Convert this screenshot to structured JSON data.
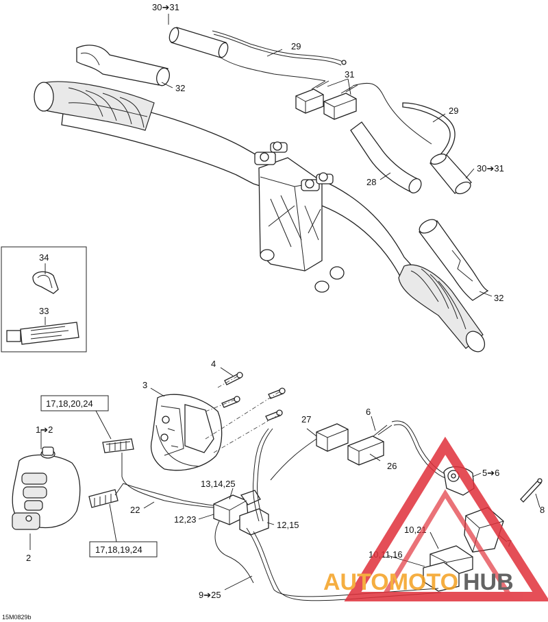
{
  "labels": {
    "l_30_31_top": "30➔31",
    "l_29_top": "29",
    "l_32_top": "32",
    "l_31": "31",
    "l_29_right": "29",
    "l_30_31_right": "30➔31",
    "l_28": "28",
    "l_32_right": "32",
    "l_34": "34",
    "l_33": "33",
    "l_4": "4",
    "l_3": "3",
    "l_box_top": "17,18,20,24",
    "l_1_2": "1➔2",
    "l_2": "2",
    "l_27": "27",
    "l_6": "6",
    "l_26": "26",
    "l_13_14_25": "13,14,25",
    "l_5_6": "5➔6",
    "l_8": "8",
    "l_22": "22",
    "l_12_23": "12,23",
    "l_12_15": "12,15",
    "l_10_21": "10,21",
    "l_7": "7",
    "l_10_11_16": "10,11,16",
    "l_box_bottom": "17,18,19,24",
    "l_9_25": "9➔25",
    "ref_code": "15M0829b"
  },
  "watermark": {
    "brand_left": "AUTOMOTO",
    "brand_right": "HUB",
    "color_red": "#e0303a",
    "color_orange": "#f4a020",
    "color_dark": "#4a4a4a"
  }
}
